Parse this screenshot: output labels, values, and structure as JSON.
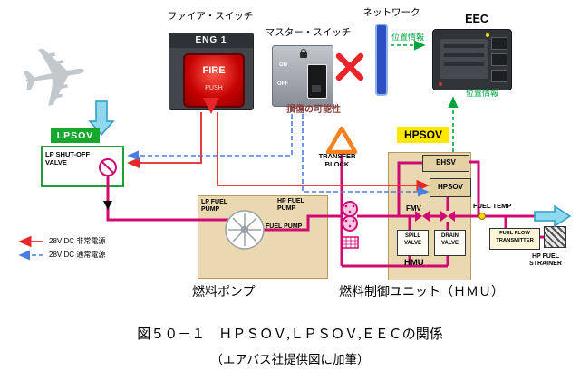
{
  "labels": {
    "fire_switch": "ファイア・スイッチ",
    "master_switch": "マスター・スイッチ",
    "network": "ネットワーク",
    "eec": "EEC",
    "position_info_top": "位置情報",
    "position_info_bottom": "位置情報",
    "eng1": "ENG 1",
    "fire": "FIRE",
    "push": "PUSH",
    "on": "ON",
    "off": "OFF",
    "damage": "損傷の可能性",
    "transfer_block": "TRANSFER\nBLOCK",
    "lpsov_hl": "LPSOV",
    "lp_shutoff_valve": "LP SHUT-OFF\nVALVE",
    "hpsov_hl": "HPSOV",
    "lp_fuel_pump": "LP FUEL\nPUMP",
    "hp_fuel_pump": "HP FUEL\nPUMP",
    "fuel_pump": "FUEL PUMP",
    "ehsv": "EHSV",
    "hpsov_box": "HPSOV",
    "fmv": "FMV",
    "spill_valve": "SPILL\nVALVE",
    "drain_valve": "DRAIN\nVALVE",
    "hmu": "HMU",
    "fuel_temp": "FUEL TEMP",
    "fuel_flow_transmitter": "FUEL FLOW\nTRANSMITTER",
    "hp_fuel_strainer": "HP FUEL\nSTRAINER",
    "pump_caption": "燃料ポンプ",
    "hmu_caption": "燃料制御ユニット（ＨＭＵ）"
  },
  "legend": {
    "emergency": "28V DC 非常電源",
    "normal": "28V DC 通常電源"
  },
  "caption": {
    "line1": "図５０－１　ＨＰＳＯＶ,ＬＰＳＯＶ,ＥＥＣの関係",
    "line2": "（エアバス社提供図に加筆）"
  },
  "colors": {
    "fuel_line_magenta": "#cf0a72",
    "emergency_red": "#e8262a",
    "normal_blue": "#4a7de0",
    "position_green": "#00a43c",
    "flow_cyan": "#8fd8ef",
    "lpsov_green": "#17a62e",
    "hpsov_yellow": "#ffe800",
    "network_blue": "#2e4fc4",
    "unit_tan": "#ead9b0",
    "warning_orange": "#f5821f"
  }
}
